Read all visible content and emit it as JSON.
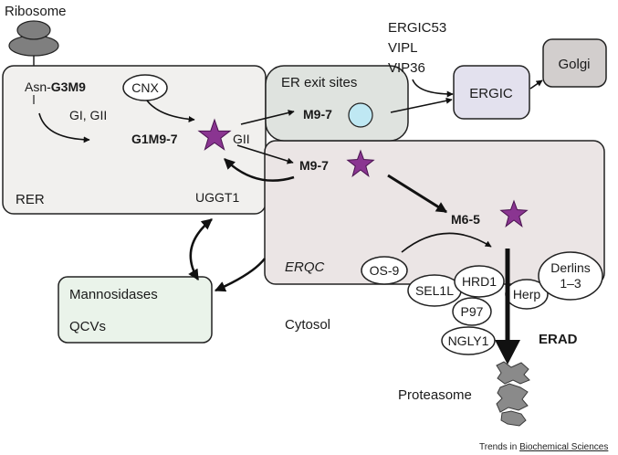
{
  "diagram": {
    "ribosome_label": "Ribosome",
    "asn_prefix": "Asn-",
    "asn_glycan": "G3M9",
    "gi_gii_label": "GI, GII",
    "cnx_label": "CNX",
    "g1m97_label": "G1M9-7",
    "gii_label": "GII",
    "rer_label": "RER",
    "uggt1_label": "UGGT1",
    "er_exit_label": "ER exit sites",
    "m97_exit_label": "M9-7",
    "m97_erqc_label": "M9-7",
    "m65_label": "M6-5",
    "ergic_receptors": [
      "ERGIC53",
      "VIPL",
      "VIP36"
    ],
    "ergic_label": "ERGIC",
    "golgi_label": "Golgi",
    "erqc_label": "ERQC",
    "mannosidases_label": "Mannosidases",
    "qcvs_label": "QCVs",
    "cytosol_label": "Cytosol",
    "os9_label": "OS-9",
    "sel1l_label": "SEL1L",
    "hrd1_label": "HRD1",
    "derlins_label_1": "Derlins",
    "derlins_label_2": "1–3",
    "herp_label": "Herp",
    "p97_label": "P97",
    "ngly1_label": "NGLY1",
    "erad_label": "ERAD",
    "proteasome_label": "Proteasome",
    "credit_journal": "Trends in ",
    "credit_field": "Biochemical Sciences"
  },
  "colors": {
    "rer_fill": "#f1f0ee",
    "exit_fill": "#dfe3df",
    "erqc_fill": "#ebe5e5",
    "ergic_fill": "#e3e1ee",
    "golgi_fill": "#d2cecd",
    "qcv_fill": "#eaf3ea",
    "star_fill": "#8a3591",
    "circle_fill": "#bfe8f3",
    "ribosome_fill": "#7f7f7f",
    "proteasome_fill": "#8a8a8a"
  }
}
